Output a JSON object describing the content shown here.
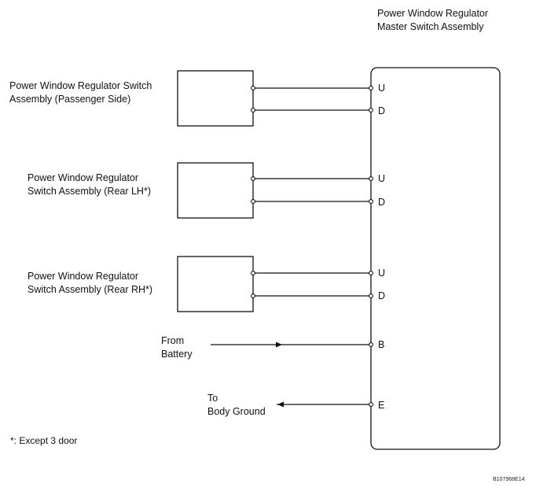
{
  "master": {
    "title_line1": "Power Window Regulator",
    "title_line2": "Master Switch Assembly"
  },
  "switches": [
    {
      "line1": "Power Window Regulator Switch",
      "line2": "Assembly (Passenger Side)"
    },
    {
      "line1": "Power Window Regulator",
      "line2": "Switch Assembly (Rear LH*)"
    },
    {
      "line1": "Power Window Regulator",
      "line2": "Switch Assembly (Rear RH*)"
    }
  ],
  "pins": {
    "u1": "U",
    "d1": "D",
    "u2": "U",
    "d2": "D",
    "u3": "U",
    "d3": "D",
    "b": "B",
    "e": "E"
  },
  "battery": {
    "line1": "From",
    "line2": "Battery"
  },
  "ground": {
    "line1": "To",
    "line2": "Body Ground"
  },
  "footnote": "*: Except 3 door",
  "figure_code": "B107968E14",
  "colors": {
    "ink": "#111111",
    "background": "#ffffff"
  }
}
